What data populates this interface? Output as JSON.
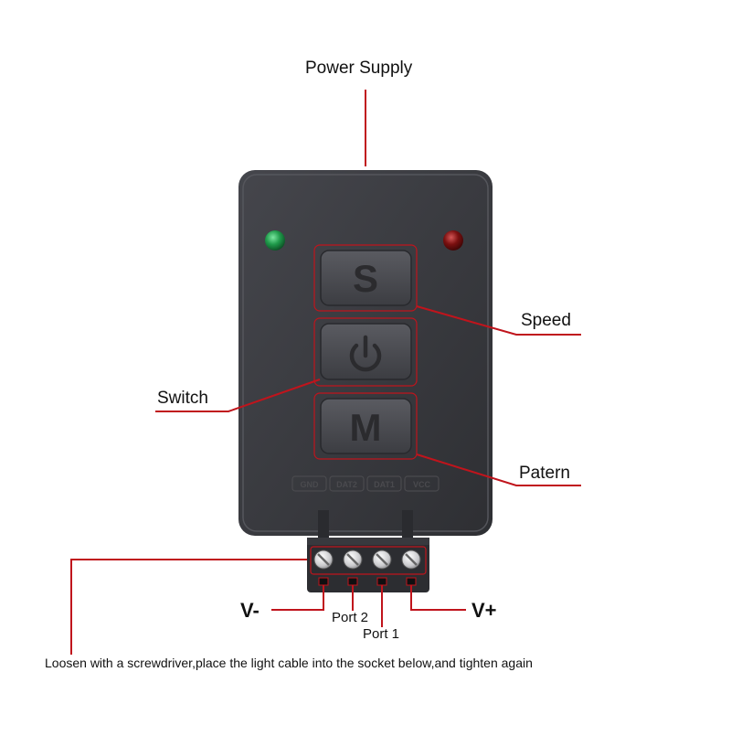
{
  "labels": {
    "power_supply": "Power Supply",
    "speed": "Speed",
    "switch": "Switch",
    "pattern": "Patern",
    "v_minus": "V-",
    "v_plus": "V+",
    "port2": "Port 2",
    "port1": "Port 1",
    "instruction": "Loosen with a screwdriver,place the light cable into the socket below,and tighten again"
  },
  "buttons": {
    "speed_glyph": "S",
    "mode_glyph": "M"
  },
  "terminals": [
    "GND",
    "DAT2",
    "DAT1",
    "VCC"
  ],
  "colors": {
    "leader_line": "#c0141c",
    "housing": "#3a3b40",
    "led_green": "#1f9a4a",
    "led_red": "#7a1010"
  }
}
